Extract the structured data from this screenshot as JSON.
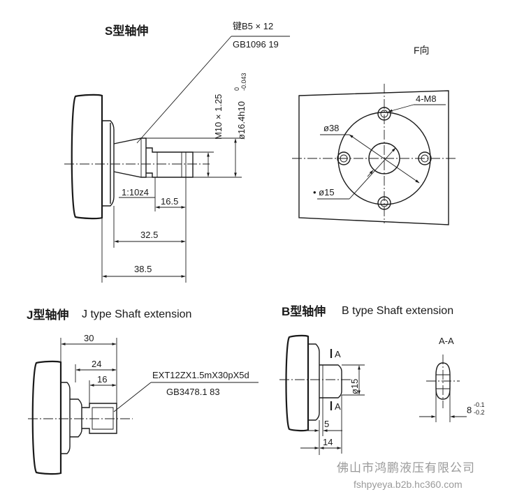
{
  "s_type": {
    "title": "S型轴伸",
    "key_note": "键B5 × 12",
    "key_std": "GB1096 19",
    "thread": "M10 × 1.25",
    "diameter": "ø16.4h10",
    "tol_upper": "0",
    "tol_lower": "-0.043",
    "taper": "1:10z4",
    "dim_16_5": "16.5",
    "dim_32_5": "32.5",
    "dim_38_5": "38.5"
  },
  "f_view": {
    "title": "F向",
    "holes": "4-M8",
    "pcd": "ø38",
    "bore": "ø15"
  },
  "j_type": {
    "title_cn": "J型轴伸",
    "title_en": "J type Shaft extension",
    "dim_30": "30",
    "dim_24": "24",
    "dim_16": "16",
    "spline": "EXT12ZX1.5mX30pX5d",
    "spline_std": "GB3478.1 83"
  },
  "b_type": {
    "title_cn": "B型轴伸",
    "title_en": "B type Shaft extension",
    "section_mark_top": "A",
    "section_mark_bottom": "A",
    "diameter": "ø15",
    "dim_5": "5",
    "dim_14": "14"
  },
  "section_aa": {
    "title": "A-A",
    "dim": "8",
    "tol_upper": "-0.1",
    "tol_lower": "-0.2"
  },
  "watermark": {
    "company": "佛山市鸿鹏液压有限公司",
    "url": "fshpyeya.b2b.hc360.com"
  }
}
